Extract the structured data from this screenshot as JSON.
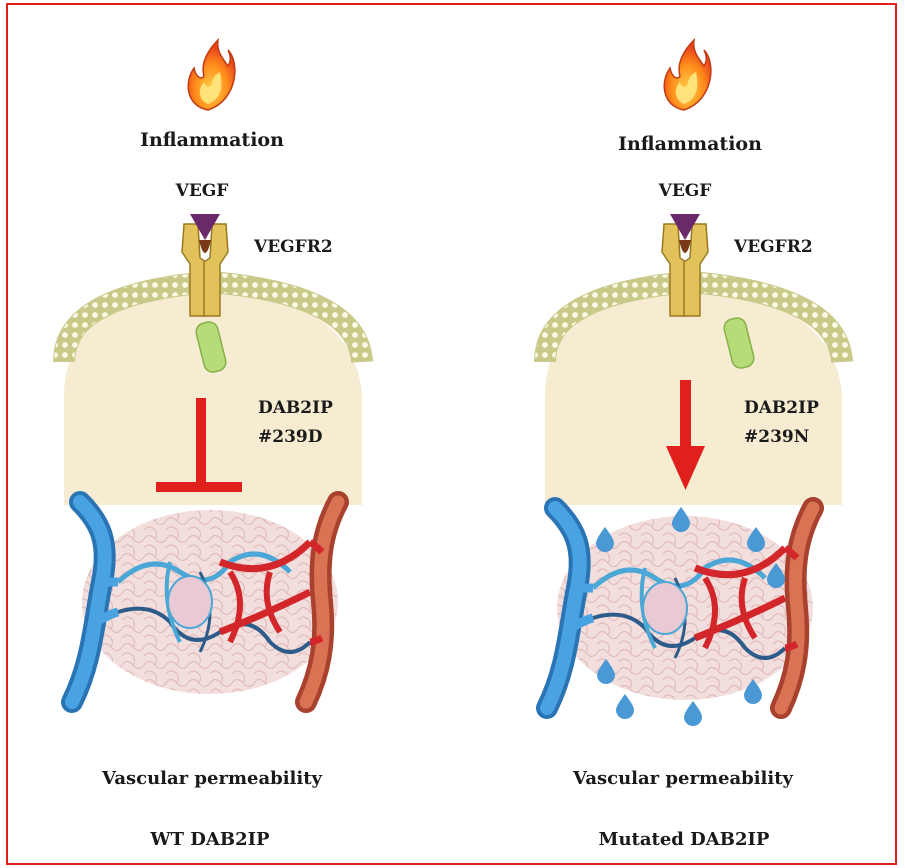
{
  "panels": [
    {
      "stimulus": "Inflammation",
      "ligand": "VEGF",
      "receptor": "VEGFR2",
      "protein_line1": "DAB2IP",
      "protein_line2": "#239D",
      "effect": "Vascular permeability",
      "genotype": "WT DAB2IP",
      "signal": "inhibition"
    },
    {
      "stimulus": "Inflammation",
      "ligand": "VEGF",
      "receptor": "VEGFR2",
      "protein_line1": "DAB2IP",
      "protein_line2": "#239N",
      "effect": "Vascular permeability",
      "genotype": "Mutated DAB2IP",
      "signal": "activation"
    }
  ],
  "colors": {
    "frame": "#e0201c",
    "signal_arrow": "#e0201c",
    "cytoplasm": "#f6ecd2",
    "vegf": "#6a2a6a",
    "receptor": "#e2c25a",
    "dab2ip": "#b6dc7a",
    "vein": "#3a8fd0",
    "artery": "#c9593f",
    "leak_droplet": "#4a98d4"
  },
  "icons": [
    "fire-icon",
    "vegf-ligand-icon",
    "vegfr2-receptor-icon",
    "dab2ip-protein-icon",
    "blood-vessel-network-icon",
    "fluid-droplet-icon"
  ]
}
